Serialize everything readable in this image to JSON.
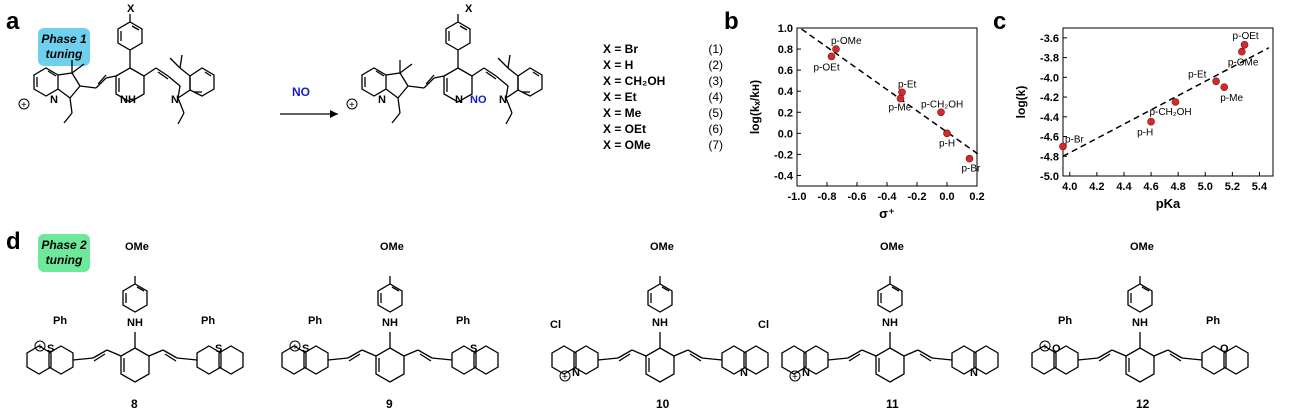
{
  "panels": {
    "a": "a",
    "b": "b",
    "c": "c",
    "d": "d"
  },
  "phase1": {
    "line1": "Phase 1",
    "line2": "tuning",
    "color": "#6fd0ee"
  },
  "phase2": {
    "line1": "Phase 2",
    "line2": "tuning",
    "color": "#6ee89a"
  },
  "reaction": {
    "reagent": "NO",
    "reagent_color": "#1a1acc"
  },
  "labels": {
    "x": "X",
    "nh": "NH",
    "n": "N",
    "no": "NO",
    "no_color": "#1a1acc",
    "ome": "OMe",
    "ph": "Ph",
    "s": "S",
    "o": "O",
    "cl": "Cl",
    "plus": "+"
  },
  "substituents": [
    {
      "text": "X = Br",
      "num": "(1)"
    },
    {
      "text": "X = H",
      "num": "(2)"
    },
    {
      "text": "X = CH₂OH",
      "num": "(3)"
    },
    {
      "text": "X = Et",
      "num": "(4)"
    },
    {
      "text": "X = Me",
      "num": "(5)"
    },
    {
      "text": "X = OEt",
      "num": "(6)"
    },
    {
      "text": "X = OMe",
      "num": "(7)"
    }
  ],
  "compounds": [
    "8",
    "9",
    "10",
    "11",
    "12"
  ],
  "chart_data": [
    {
      "type": "scatter",
      "ylabel": "log(kₓ/kʜ)",
      "xlabel": "σ⁺",
      "xlim": [
        -1.0,
        0.2
      ],
      "ylim": [
        -0.5,
        1.0
      ],
      "xticks": [
        "-1.0",
        "-0.8",
        "-0.6",
        "-0.4",
        "-0.2",
        "0.0",
        "0.2"
      ],
      "yticks": [
        "1.0",
        "0.8",
        "0.6",
        "0.4",
        "0.2",
        "0.0",
        "-0.2",
        "-0.4"
      ],
      "points": [
        {
          "label": "p-OMe",
          "x": -0.74,
          "y": 0.8
        },
        {
          "label": "p-OEt",
          "x": -0.77,
          "y": 0.73
        },
        {
          "label": "p-Et",
          "x": -0.3,
          "y": 0.39
        },
        {
          "label": "p-Me",
          "x": -0.31,
          "y": 0.33
        },
        {
          "label": "p-CH₂OH",
          "x": -0.04,
          "y": 0.2
        },
        {
          "label": "p-H",
          "x": 0.0,
          "y": 0.0
        },
        {
          "label": "p-Br",
          "x": 0.15,
          "y": -0.24
        }
      ],
      "fit": [
        [
          -0.97,
          0.99
        ],
        [
          0.21,
          -0.2
        ]
      ],
      "point_color": "#d42a2a"
    },
    {
      "type": "scatter",
      "ylabel": "log(k)",
      "xlabel": "pKa",
      "xlim": [
        3.95,
        5.5
      ],
      "ylim": [
        -5.0,
        -3.5
      ],
      "xticks": [
        "4.0",
        "4.2",
        "4.4",
        "4.6",
        "4.8",
        "5.0",
        "5.2",
        "5.4"
      ],
      "yticks": [
        "-3.6",
        "-3.8",
        "-4.0",
        "-4.2",
        "-4.4",
        "-4.6",
        "-4.8",
        "-5.0"
      ],
      "points": [
        {
          "label": "p-OEt",
          "x": 5.29,
          "y": -3.67
        },
        {
          "label": "p-OMe",
          "x": 5.27,
          "y": -3.74
        },
        {
          "label": "p-Et",
          "x": 5.08,
          "y": -4.04
        },
        {
          "label": "p-Me",
          "x": 5.14,
          "y": -4.1
        },
        {
          "label": "p-CH₂OH",
          "x": 4.78,
          "y": -4.25
        },
        {
          "label": "p-H",
          "x": 4.6,
          "y": -4.45
        },
        {
          "label": "p-Br",
          "x": 3.95,
          "y": -4.7
        }
      ],
      "fit": [
        [
          3.95,
          -4.8
        ],
        [
          5.47,
          -3.7
        ]
      ],
      "point_color": "#d42a2a"
    }
  ]
}
